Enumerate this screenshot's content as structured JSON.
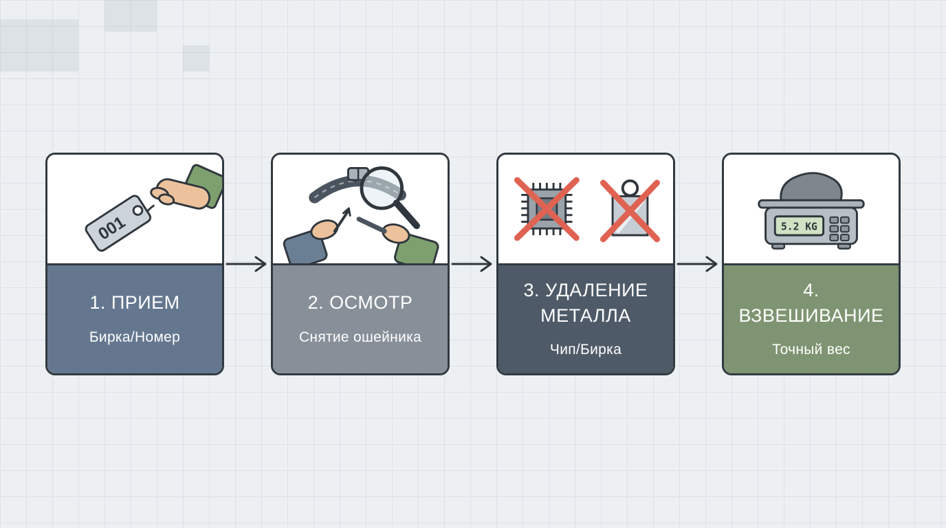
{
  "background": {
    "base_color": "#edf0f3",
    "grid_color": "#dde2e7"
  },
  "diagram": {
    "connector_color": "#2f363d",
    "steps": [
      {
        "title": "1. ПРИЕМ",
        "subtitle": "Бирка/Номер",
        "panel_color": "#64778f",
        "icon": "hand-holding-tag-icon",
        "tag_text": "001"
      },
      {
        "title": "2. ОСМОТР",
        "subtitle": "Снятие ошейника",
        "panel_color": "#878f98",
        "icon": "collar-inspection-icon"
      },
      {
        "title": "3. УДАЛЕНИЕ МЕТАЛЛА",
        "subtitle": "Чип/Бирка",
        "panel_color": "#4e5a67",
        "icon": "crossed-chip-and-tag-icon"
      },
      {
        "title": "4. ВЗВЕШИВАНИЕ",
        "subtitle": "Точный вес",
        "panel_color": "#7f9472",
        "icon": "weighing-scale-icon",
        "scale_display": "5.2 KG"
      }
    ]
  }
}
